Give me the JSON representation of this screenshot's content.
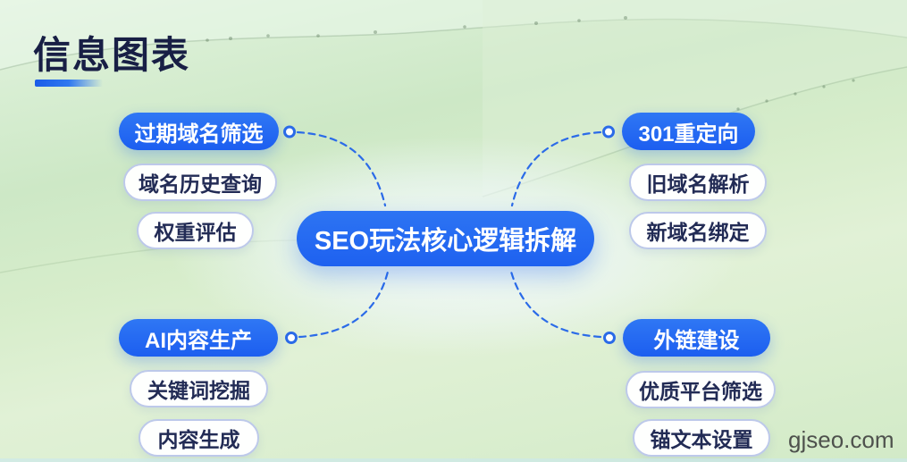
{
  "header": {
    "title": "信息图表"
  },
  "center_node": {
    "label": "SEO玩法核心逻辑拆解"
  },
  "branches": [
    {
      "position": "top-left",
      "label": "过期域名筛选",
      "children": [
        {
          "label": "域名历史查询"
        },
        {
          "label": "权重评估"
        }
      ]
    },
    {
      "position": "top-right",
      "label": "301重定向",
      "children": [
        {
          "label": "旧域名解析"
        },
        {
          "label": "新域名绑定"
        }
      ]
    },
    {
      "position": "bottom-left",
      "label": "AI内容生产",
      "children": [
        {
          "label": "关键词挖掘"
        },
        {
          "label": "内容生成"
        }
      ]
    },
    {
      "position": "bottom-right",
      "label": "外链建设",
      "children": [
        {
          "label": "优质平台筛选"
        },
        {
          "label": "锚文本设置"
        }
      ]
    }
  ],
  "watermark": {
    "text": "gjseo.com"
  },
  "colors": {
    "accent_blue": "#2066f0",
    "pill_blue_top": "#2f77f4",
    "pill_blue_bottom": "#1c5ef0",
    "pill_border": "#bdc9ea",
    "node_text_navy": "#222b55",
    "title_navy": "#181f45",
    "watermark_gray": "#3c3c3c",
    "background_green": "#d7edcb"
  }
}
